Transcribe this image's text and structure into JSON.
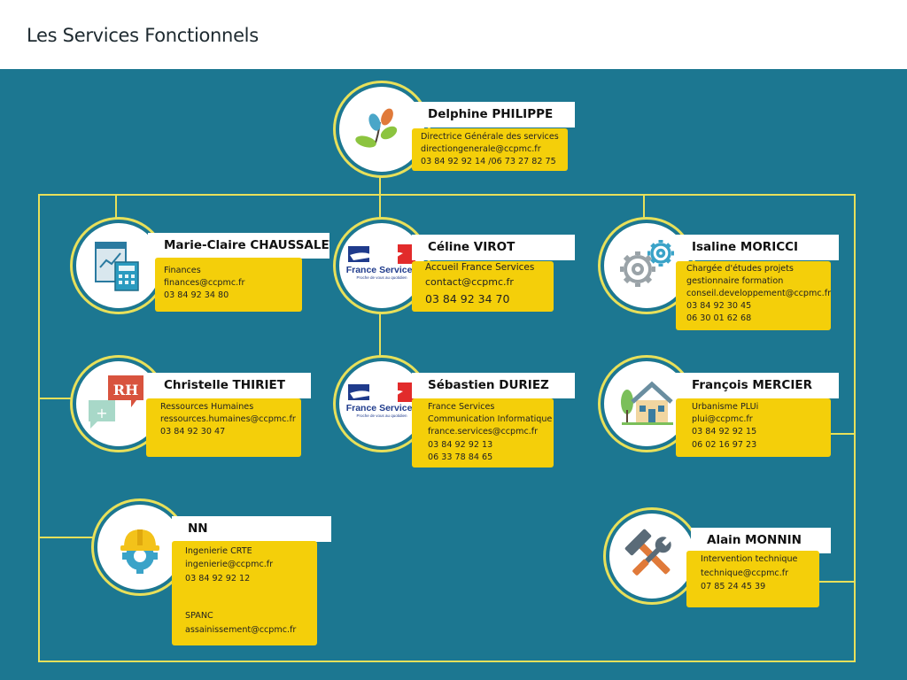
{
  "title": "Les Services Fonctionnels",
  "colors": {
    "background": "#1c7791",
    "connector": "#e8e05a",
    "card": "#f4cf0a"
  },
  "people": {
    "director": {
      "name": "Delphine PHILIPPE",
      "icon": "leaves-logo-icon",
      "lines": [
        "Directrice Générale des services",
        "directiongenerale@ccpmc.fr",
        "03 84 92 92 14 /06 73 27 82 75"
      ]
    },
    "finances": {
      "name": "Marie-Claire CHAUSSALET",
      "icon": "calculator-icon",
      "lines": [
        "Finances",
        "finances@ccpmc.fr",
        "03 84 92 34 80"
      ]
    },
    "accueil": {
      "name": "Céline VIROT",
      "icon": "france-services-logo-icon",
      "lines": [
        "Accueil France Services",
        "contact@ccpmc.fr",
        "03 84 92 34 70"
      ]
    },
    "projets": {
      "name": "Isaline MORICCI",
      "icon": "gears-icon",
      "lines": [
        "Chargée d'études projets",
        "gestionnaire formation",
        "conseil.developpement@ccpmc.fr",
        "03 84 92 30 45",
        "06 30 01 62 68"
      ]
    },
    "rh": {
      "name": "Christelle THIRIET",
      "icon": "rh-speech-bubbles-icon",
      "lines": [
        "Ressources Humaines",
        "ressources.humaines@ccpmc.fr",
        "03 84 92 30 47"
      ]
    },
    "informatique": {
      "name": "Sébastien DURIEZ",
      "icon": "france-services-logo-icon",
      "lines": [
        "France Services",
        "Communication Informatique",
        "france.services@ccpmc.fr",
        "03 84 92 92 13",
        "06 33 78 84 65"
      ]
    },
    "urbanisme": {
      "name": "François MERCIER",
      "icon": "house-icon",
      "lines": [
        "Urbanisme PLUi",
        "plui@ccpmc.fr",
        "03 84 92 92 15",
        "06 02 16 97 23"
      ]
    },
    "ingenierie": {
      "name": "NN",
      "icon": "hardhat-gear-icon",
      "lines": [
        "Ingenierie CRTE",
        "ingenierie@ccpmc.fr",
        "03 84 92 92 12",
        "",
        "SPANC",
        "assainissement@ccpmc.fr"
      ]
    },
    "technique": {
      "name": "Alain MONNIN",
      "icon": "tools-icon",
      "lines": [
        "Intervention technique",
        "technique@ccpmc.fr",
        "07 85 24 45 39"
      ]
    }
  },
  "logo_text": {
    "france_services": "France Services",
    "france_services_tagline": "Proche de vous au quotidien"
  }
}
